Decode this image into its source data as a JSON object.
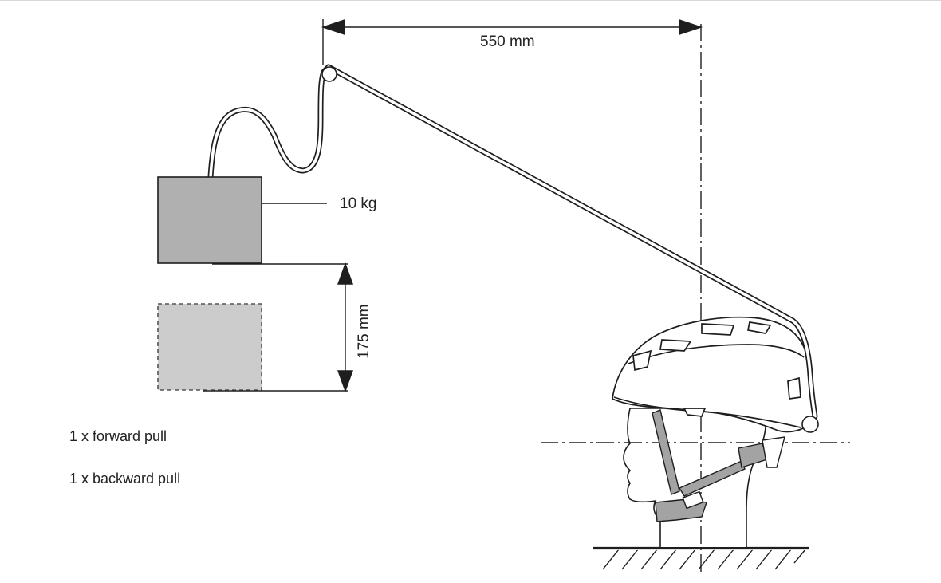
{
  "dimensions": {
    "horizontal_label": "550 mm",
    "vertical_label": "175 mm"
  },
  "weight": {
    "label": "10 kg"
  },
  "notes": [
    "1 x forward pull",
    "1 x backward pull"
  ],
  "colors": {
    "line": "#1e1e1e",
    "weight_fill": "#b0b0b0",
    "weight_drop_fill": "#cccccc",
    "strap_fill": "#a3a3a3",
    "helmet_fill": "#ffffff"
  },
  "icons": {
    "weight_block": "weight-block-icon",
    "helmet": "helmet-icon",
    "headform": "headform-icon",
    "ground": "ground-hatch-icon"
  }
}
